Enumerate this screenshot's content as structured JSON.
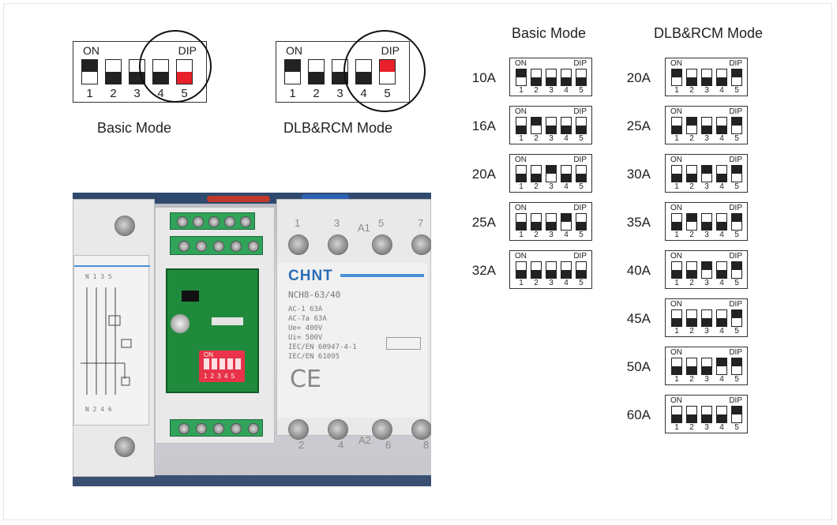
{
  "top_diagrams": [
    {
      "caption": "Basic Mode",
      "on_label": "ON",
      "dip_label": "DIP",
      "switches": [
        "on",
        "off",
        "off",
        "off",
        "highlight"
      ],
      "numbers": [
        "1",
        "2",
        "3",
        "4",
        "5"
      ]
    },
    {
      "caption": "DLB&RCM Mode",
      "on_label": "ON",
      "dip_label": "DIP",
      "switches": [
        "on",
        "off",
        "off",
        "off",
        "highlight-on"
      ],
      "numbers": [
        "1",
        "2",
        "3",
        "4",
        "5"
      ]
    }
  ],
  "colors": {
    "highlight": "#e8202a",
    "switch_dark": "#222222",
    "chint_blue": "#2c6fb5",
    "pcb_green": "#1f8a3c",
    "dip_red": "#e8334a"
  },
  "photo": {
    "brand": "CHNT",
    "model": "NCH8-63/40",
    "specs": [
      "AC-1     63A",
      "AC-7a    63A",
      "Ue=     400V",
      "Ui=     500V",
      "IEC/EN 60947-4-1",
      "IEC/EN 61095"
    ],
    "ce_mark": "CE",
    "top_numbers": [
      "1",
      "3",
      "A1",
      "5",
      "7"
    ],
    "bottom_numbers": [
      "2",
      "4",
      "A2",
      "6",
      "8"
    ],
    "left_numbers_top": "N 1 3 5",
    "left_numbers_bottom": "N 2 4 6",
    "dip_on": "ON",
    "dip_digits": "1 2 3 4 5"
  },
  "basic_table": {
    "title": "Basic Mode",
    "on_label": "ON",
    "dip_label": "DIP",
    "numbers": [
      "1",
      "2",
      "3",
      "4",
      "5"
    ],
    "rows": [
      {
        "amp": "10A",
        "switches": [
          1,
          0,
          0,
          0,
          0
        ]
      },
      {
        "amp": "16A",
        "switches": [
          0,
          1,
          0,
          0,
          0
        ]
      },
      {
        "amp": "20A",
        "switches": [
          0,
          0,
          1,
          0,
          0
        ]
      },
      {
        "amp": "25A",
        "switches": [
          0,
          0,
          0,
          1,
          0
        ]
      },
      {
        "amp": "32A",
        "switches": [
          0,
          0,
          0,
          0,
          0
        ]
      }
    ]
  },
  "dlb_table": {
    "title": "DLB&RCM Mode",
    "on_label": "ON",
    "dip_label": "DIP",
    "numbers": [
      "1",
      "2",
      "3",
      "4",
      "5"
    ],
    "rows": [
      {
        "amp": "20A",
        "switches": [
          1,
          0,
          0,
          0,
          1
        ]
      },
      {
        "amp": "25A",
        "switches": [
          0,
          1,
          0,
          0,
          1
        ]
      },
      {
        "amp": "30A",
        "switches": [
          0,
          0,
          1,
          0,
          1
        ]
      },
      {
        "amp": "35A",
        "switches": [
          0,
          1,
          0,
          0,
          1
        ]
      },
      {
        "amp": "40A",
        "switches": [
          0,
          0,
          1,
          0,
          1
        ]
      },
      {
        "amp": "45A",
        "switches": [
          0,
          0,
          0,
          0,
          1
        ]
      },
      {
        "amp": "50A",
        "switches": [
          0,
          0,
          0,
          1,
          1
        ]
      },
      {
        "amp": "60A",
        "switches": [
          0,
          0,
          0,
          0,
          1
        ]
      }
    ]
  }
}
